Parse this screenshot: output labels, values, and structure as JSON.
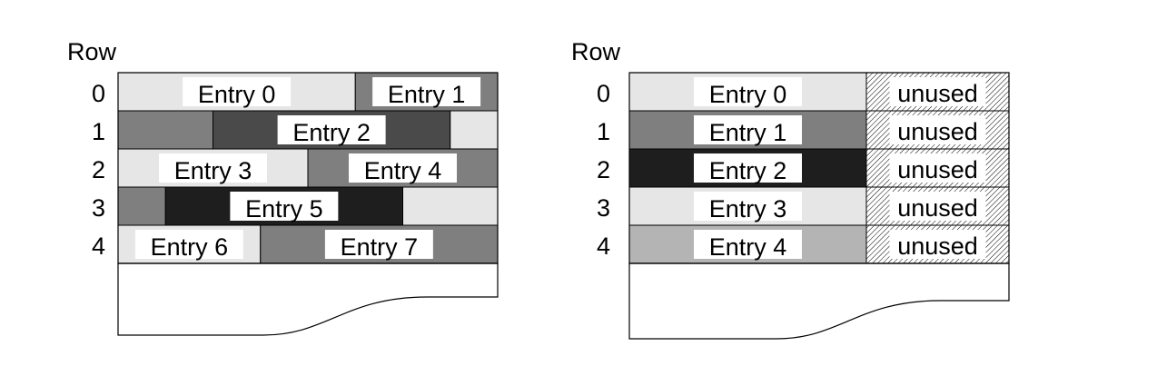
{
  "colors": {
    "light": "#e6e6e6",
    "mid": "#7f7f7f",
    "dark": "#4a4a4a",
    "black": "#1e1e1e",
    "pale": "#b4b4b4",
    "label_bg": "#ffffff",
    "stroke": "#000000"
  },
  "left": {
    "row_header": "Row",
    "rows": [
      {
        "label": "0",
        "segments": [
          {
            "tone": "light",
            "span": 0.625,
            "text": "Entry 0"
          },
          {
            "tone": "mid",
            "span": 0.375,
            "text": "Entry 1"
          }
        ]
      },
      {
        "label": "1",
        "segments": [
          {
            "tone": "mid",
            "span": 0.25,
            "text": ""
          },
          {
            "tone": "dark",
            "span": 0.625,
            "text": "Entry 2"
          },
          {
            "tone": "light",
            "span": 0.125,
            "text": ""
          }
        ]
      },
      {
        "label": "2",
        "segments": [
          {
            "tone": "light",
            "span": 0.5,
            "text": "Entry 3"
          },
          {
            "tone": "mid",
            "span": 0.5,
            "text": "Entry 4"
          }
        ]
      },
      {
        "label": "3",
        "segments": [
          {
            "tone": "mid",
            "span": 0.125,
            "text": ""
          },
          {
            "tone": "black",
            "span": 0.625,
            "text": "Entry 5"
          },
          {
            "tone": "light",
            "span": 0.25,
            "text": ""
          }
        ]
      },
      {
        "label": "4",
        "segments": [
          {
            "tone": "light",
            "span": 0.375,
            "text": "Entry 6"
          },
          {
            "tone": "mid",
            "span": 0.625,
            "text": "Entry 7"
          }
        ]
      }
    ]
  },
  "right": {
    "row_header": "Row",
    "rows": [
      {
        "label": "0",
        "tone": "light",
        "text": "Entry 0",
        "unused": "unused"
      },
      {
        "label": "1",
        "tone": "mid",
        "text": "Entry 1",
        "unused": "unused"
      },
      {
        "label": "2",
        "tone": "black",
        "text": "Entry 2",
        "unused": "unused"
      },
      {
        "label": "3",
        "tone": "light",
        "text": "Entry 3",
        "unused": "unused"
      },
      {
        "label": "4",
        "tone": "pale",
        "text": "Entry 4",
        "unused": "unused"
      }
    ]
  }
}
